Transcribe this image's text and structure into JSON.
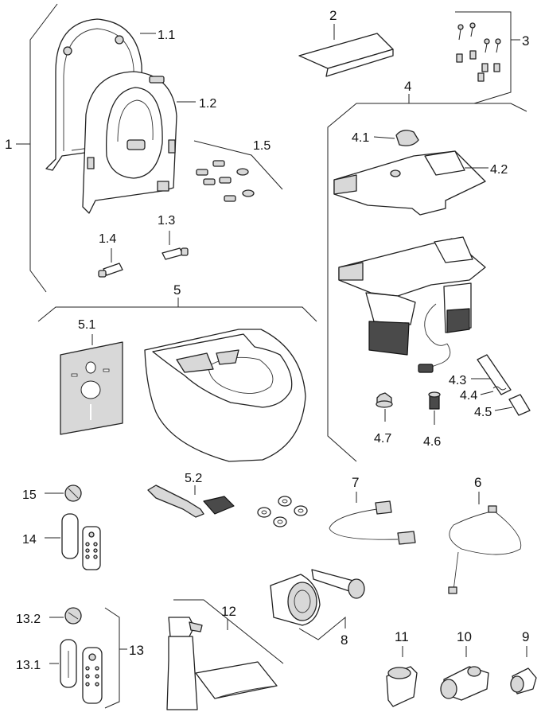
{
  "labels": {
    "l1": "1",
    "l1_1": "1.1",
    "l1_2": "1.2",
    "l1_3": "1.3",
    "l1_4": "1.4",
    "l1_5": "1.5",
    "l2": "2",
    "l3": "3",
    "l4": "4",
    "l4_1": "4.1",
    "l4_2": "4.2",
    "l4_3": "4.3",
    "l4_4": "4.4",
    "l4_5": "4.5",
    "l4_6": "4.6",
    "l4_7": "4.7",
    "l5": "5",
    "l5_1": "5.1",
    "l5_2": "5.2",
    "l6": "6",
    "l7": "7",
    "l8": "8",
    "l9": "9",
    "l10": "10",
    "l11": "11",
    "l12": "12",
    "l13": "13",
    "l13_1": "13.1",
    "l13_2": "13.2",
    "l14": "14",
    "l15": "15"
  },
  "colors": {
    "line": "#222222",
    "fill_light": "#d8d8d8",
    "fill_dark": "#4a4a4a",
    "background": "#ffffff"
  }
}
